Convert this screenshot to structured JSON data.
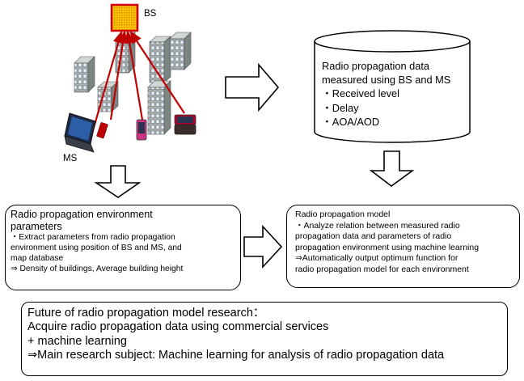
{
  "labels": {
    "bs": "BS",
    "ms": "MS"
  },
  "database": {
    "line1": "Radio propagation data",
    "line2": "measured using BS and MS",
    "items": [
      "・Received level",
      "・Delay",
      "・AOA/AOD"
    ]
  },
  "env_box": {
    "title1": "Radio propagation environment",
    "title2": "parameters",
    "lines": [
      "・Extract parameters from radio propagation",
      "environment using position of BS and MS, and",
      "map database",
      "⇒ Density of buildings, Average building height"
    ]
  },
  "model_box": {
    "title": "Radio propagation model",
    "lines": [
      "・Analyze relation between measured radio",
      "propagation data and parameters of radio",
      "propagation environment using machine learning",
      "⇒Automatically output optimum function for",
      "radio propagation model for each environment"
    ]
  },
  "future_box": {
    "lines": [
      "Future of radio propagation model research：",
      "Acquire radio propagation data using commercial services",
      "+ machine learning",
      "⇒Main research subject: Machine learning for analysis of radio propagation data"
    ]
  },
  "colors": {
    "signal": "#c00000",
    "bs_fill": "#f5c400",
    "bs_border": "#d40000",
    "building": "#9aa4a0"
  }
}
